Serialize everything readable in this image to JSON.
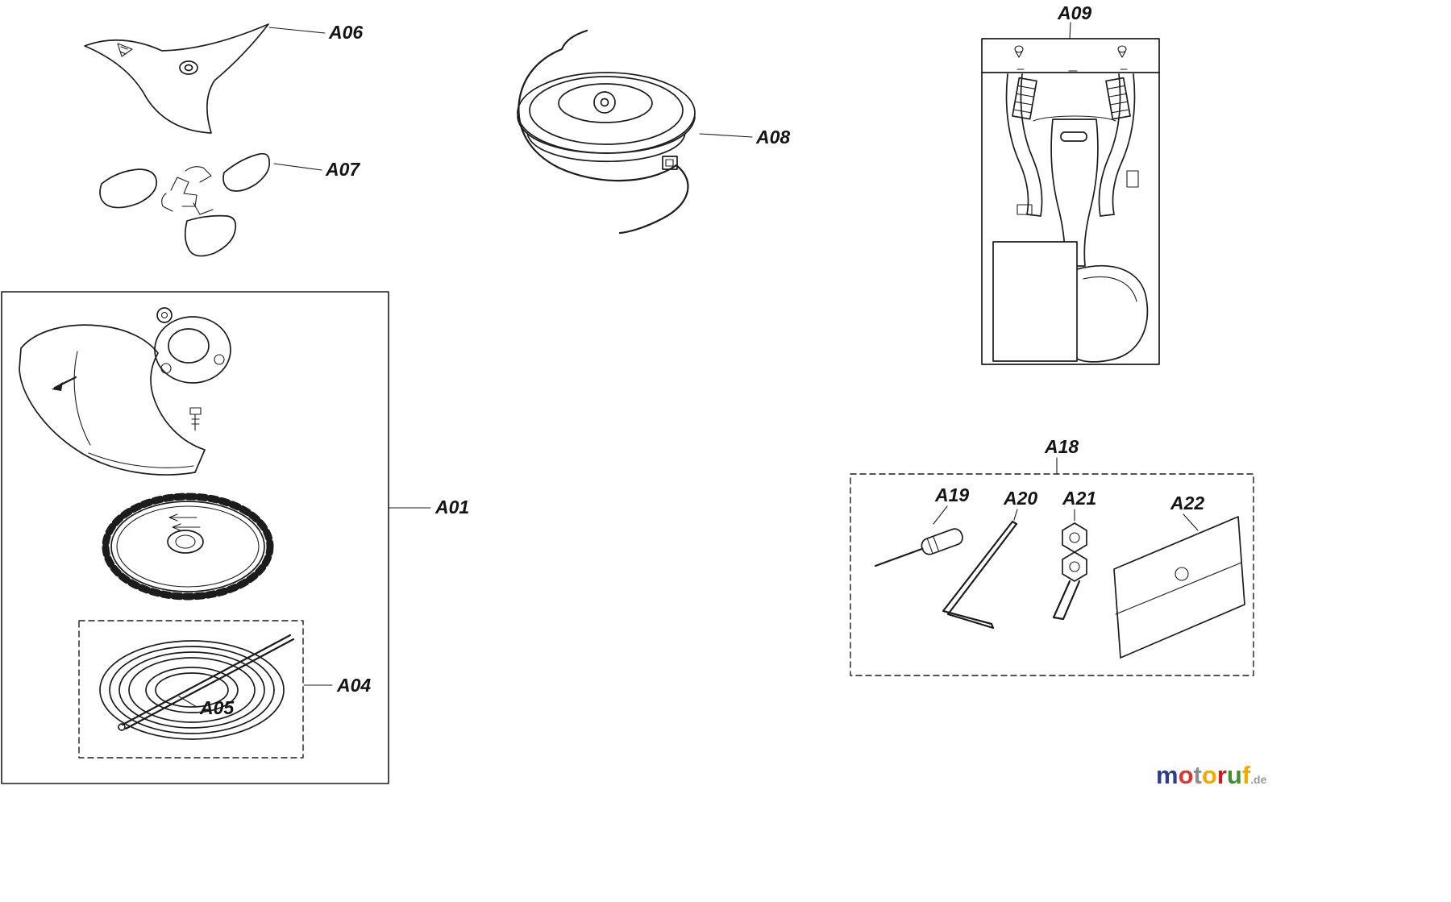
{
  "canvas": {
    "background": "#ffffff",
    "line_color": "#1c1c1c"
  },
  "labels": {
    "a01": "A01",
    "a04": "A04",
    "a05": "A05",
    "a06": "A06",
    "a07": "A07",
    "a08": "A08",
    "a09": "A09",
    "a18": "A18",
    "a19": "A19",
    "a20": "A20",
    "a21": "A21",
    "a22": "A22"
  },
  "logo": {
    "letters": [
      "m",
      "o",
      "t",
      "o",
      "r",
      "u",
      "f"
    ],
    "colors": [
      "#2f3b8f",
      "#e2342a",
      "#8d8d8d",
      "#f2a900",
      "#c81f1f",
      "#3f8f2f",
      "#f2a900"
    ],
    "suffix": ".de",
    "suffix_color": "#9a9a9a"
  }
}
